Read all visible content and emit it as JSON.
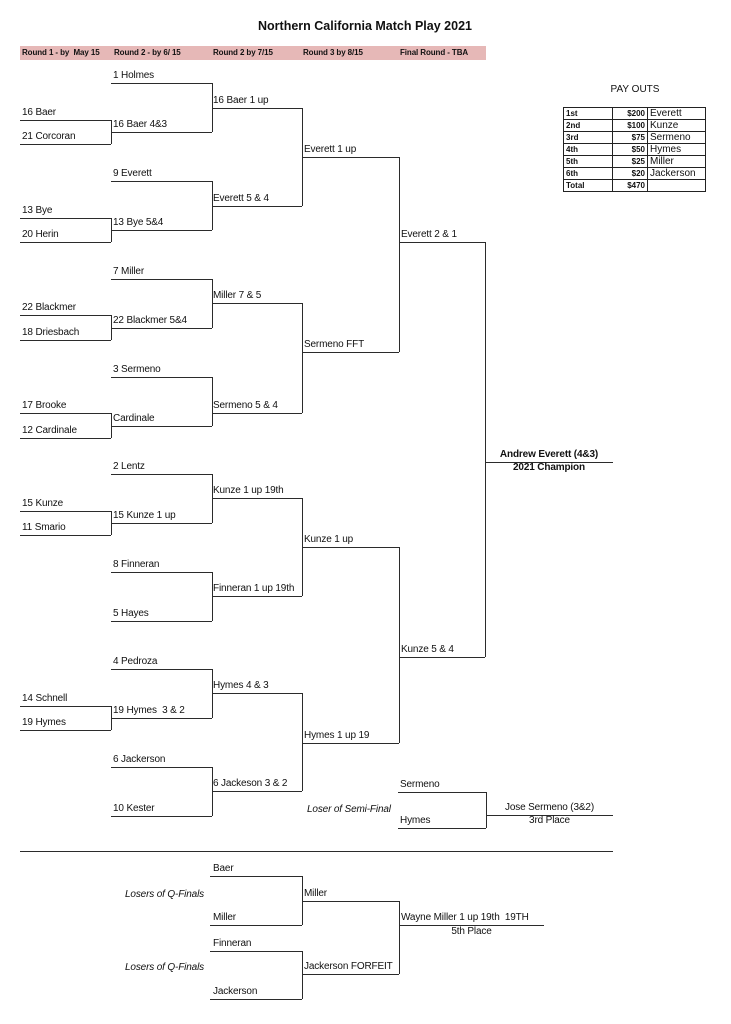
{
  "title": "Northern California Match Play 2021",
  "header": {
    "rounds": [
      "Round 1 - by  May 15",
      "Round 2 - by 6/ 15",
      "Round 2 by 7/15",
      "Round 3 by 8/15",
      "Final Round - TBA"
    ]
  },
  "bracket": {
    "round1": [
      "16 Baer",
      "21 Corcoran",
      "13 Bye",
      "20 Herin",
      "22 Blackmer",
      "18 Driesbach",
      "17 Brooke",
      "12 Cardinale",
      "15 Kunze",
      "11 Smario",
      "14 Schnell",
      "19 Hymes"
    ],
    "round2": [
      "1 Holmes",
      "16 Baer 4&3",
      "9 Everett",
      "13 Bye 5&4",
      "7 Miller",
      "22 Blackmer 5&4",
      "3 Sermeno",
      "Cardinale",
      "2 Lentz",
      "15 Kunze 1 up",
      "8 Finneran",
      "5 Hayes",
      "4 Pedroza",
      "19 Hymes  3 & 2",
      "6 Jackerson",
      "10 Kester"
    ],
    "round3": [
      "16 Baer 1 up",
      "Everett 5 & 4",
      "Miller 7 & 5",
      "Sermeno 5 & 4",
      "Kunze 1 up 19th",
      "Finneran 1 up 19th",
      "Hymes 4 & 3",
      "6 Jackeson 3 & 2"
    ],
    "round4": [
      "Everett 1 up",
      "Sermeno FFT",
      "Kunze 1 up",
      "Hymes 1 up 19"
    ],
    "round5": [
      "Everett 2 & 1",
      "Kunze 5 & 4"
    ],
    "champion": {
      "name": "Andrew Everett (4&3)",
      "label": "2021 Champion"
    }
  },
  "third_place": {
    "caption": "Loser of Semi-Final",
    "players": [
      "Sermeno",
      "Hymes"
    ],
    "winner": "Jose Sermeno (3&2)",
    "label": "3rd Place"
  },
  "fifth_place": {
    "captions": [
      "Losers of Q-Finals",
      "Losers of Q-Finals"
    ],
    "round1": [
      "Baer",
      "Miller",
      "Finneran",
      "Jackerson"
    ],
    "round2": [
      "Miller",
      "Jackerson FORFEIT"
    ],
    "winner": "Wayne Miller 1 up 19th  19TH",
    "label": "5th Place"
  },
  "payouts": {
    "title": "PAY OUTS",
    "rows": [
      {
        "place": "1st",
        "amount": "$200",
        "name": "Everett"
      },
      {
        "place": "2nd",
        "amount": "$100",
        "name": "Kunze"
      },
      {
        "place": "3rd",
        "amount": "$75",
        "name": "Sermeno"
      },
      {
        "place": "4th",
        "amount": "$50",
        "name": "Hymes"
      },
      {
        "place": "5th",
        "amount": "$25",
        "name": "Miller"
      },
      {
        "place": "6th",
        "amount": "$20",
        "name": "Jackerson"
      },
      {
        "place": "Total",
        "amount": "$470",
        "name": ""
      }
    ]
  }
}
